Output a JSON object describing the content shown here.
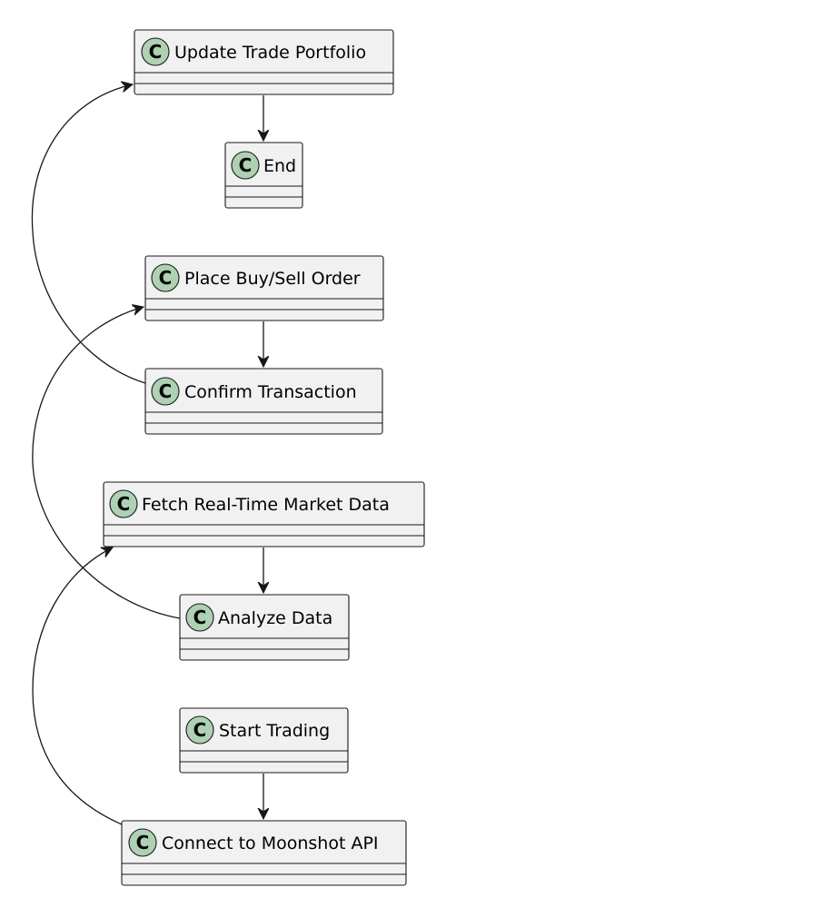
{
  "diagram": {
    "nodes": [
      {
        "id": "update-trade-portfolio",
        "stereotype": "C",
        "label": "Update Trade Portfolio"
      },
      {
        "id": "end",
        "stereotype": "C",
        "label": "End"
      },
      {
        "id": "place-buy-sell-order",
        "stereotype": "C",
        "label": "Place Buy/Sell Order"
      },
      {
        "id": "confirm-transaction",
        "stereotype": "C",
        "label": "Confirm Transaction"
      },
      {
        "id": "fetch-real-time-market-data",
        "stereotype": "C",
        "label": "Fetch Real-Time Market Data"
      },
      {
        "id": "analyze-data",
        "stereotype": "C",
        "label": "Analyze Data"
      },
      {
        "id": "start-trading",
        "stereotype": "C",
        "label": "Start Trading"
      },
      {
        "id": "connect-to-moonshot-api",
        "stereotype": "C",
        "label": "Connect to Moonshot API"
      }
    ],
    "edges": [
      {
        "from": "update-trade-portfolio",
        "to": "end"
      },
      {
        "from": "place-buy-sell-order",
        "to": "confirm-transaction"
      },
      {
        "from": "confirm-transaction",
        "to": "update-trade-portfolio"
      },
      {
        "from": "fetch-real-time-market-data",
        "to": "analyze-data"
      },
      {
        "from": "analyze-data",
        "to": "place-buy-sell-order"
      },
      {
        "from": "start-trading",
        "to": "connect-to-moonshot-api"
      },
      {
        "from": "connect-to-moonshot-api",
        "to": "fetch-real-time-market-data"
      }
    ],
    "colors": {
      "node_fill": "#f1f1f1",
      "node_border": "#181818",
      "badge_fill": "#add1b2",
      "edge": "#181818"
    }
  }
}
